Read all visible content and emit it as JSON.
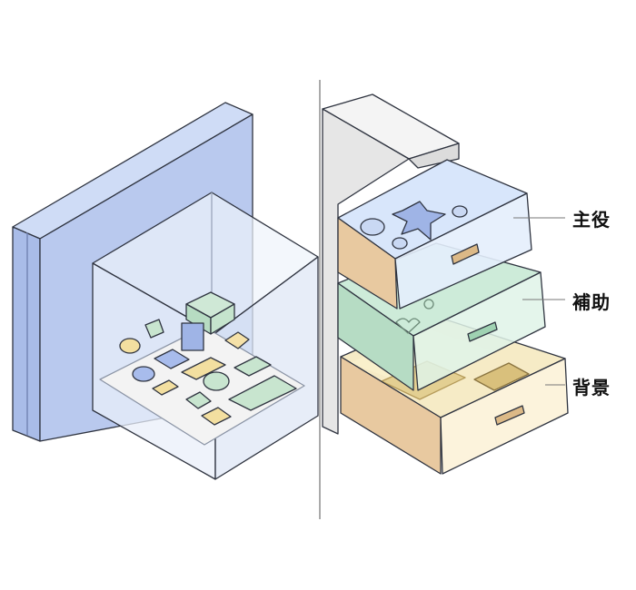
{
  "labels": {
    "main": "主役",
    "support": "補助",
    "background": "背景"
  },
  "colors": {
    "panel": "#b9c9ee",
    "main_drawer": "#d8e6fb",
    "support_drawer": "#cdebd9",
    "background_drawer": "#f6ebc6",
    "wood": "#e8c9a0"
  }
}
